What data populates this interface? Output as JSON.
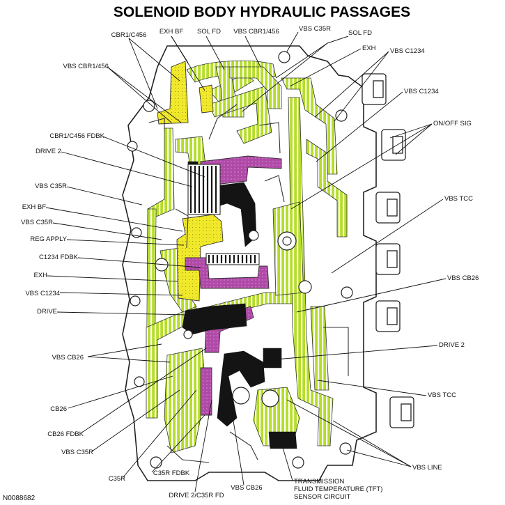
{
  "title": "SOLENOID BODY HYDRAULIC PASSAGES",
  "figure_id": "N0088682",
  "colors": {
    "green_passage": "#b5dd2a",
    "yellow_passage": "#f0e82a",
    "magenta_passage": "#b04aa8",
    "black_passage": "#141414",
    "body_outline": "#222222"
  },
  "labels": {
    "cbr1_c456_top": "CBR1/C456",
    "exh_bf_top": "EXH BF",
    "sol_fd_top": "SOL FD",
    "vbs_cbr1_456_top": "VBS CBR1/456",
    "vbs_c35r_top": "VBS C35R",
    "sol_fd_right": "SOL FD",
    "exh_right": "EXH",
    "vbs_c1234_right1": "VBS C1234",
    "vbs_cbr1_456_left": "VBS CBR1/456",
    "vbs_c1234_right2": "VBS C1234",
    "cbr1_c456_fdbk": "CBR1/C456 FDBK",
    "on_off_sig": "ON/OFF SIG",
    "drive_2_left": "DRIVE 2",
    "vbs_c35r_left1": "VBS C35R",
    "vbs_tcc_right1": "VBS TCC",
    "exh_bf_left": "EXH BF",
    "vbs_c35r_left2": "VBS C35R",
    "reg_apply": "REG APPLY",
    "c1234_fdbk": "C1234 FDBK",
    "exh_left": "EXH",
    "vbs_c1234_left": "VBS C1234",
    "vbs_cb26_right": "VBS CB26",
    "drive_left": "DRIVE",
    "drive_2_right": "DRIVE 2",
    "vbs_cb26_left": "VBS CB26",
    "vbs_tcc_right2": "VBS TCC",
    "cb26": "CB26",
    "cb26_fdbk": "CB26 FDBK",
    "vbs_line": "VBS LINE",
    "vbs_c35r_bottom": "VBS C35R",
    "c35r": "C35R",
    "c35r_fdbk": "C35R FDBK",
    "drive_2_c35r_fd": "DRIVE 2/C35R FD",
    "vbs_cb26_bottom": "VBS CB26",
    "tft_line1": "TRANSMISSION",
    "tft_line2": "FLUID TEMPERATURE (TFT)",
    "tft_line3": "SENSOR CIRCUIT"
  }
}
